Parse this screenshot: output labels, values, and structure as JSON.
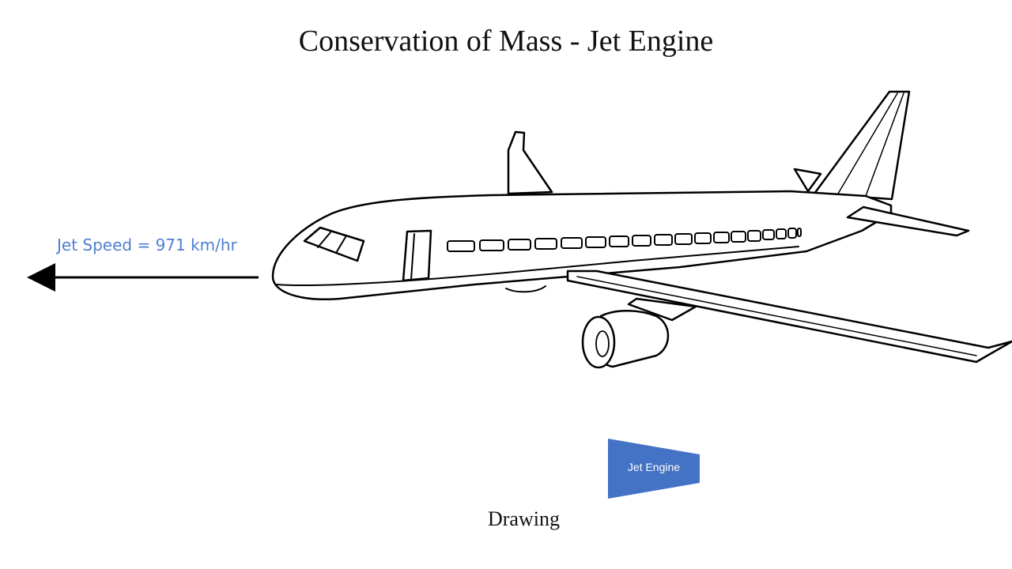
{
  "title": "Conservation of Mass - Jet Engine",
  "jet_speed_label": "Jet Speed = 971 km/hr",
  "engine_label": "Jet Engine",
  "caption": "Drawing",
  "colors": {
    "speed_label": "#4f7fd0",
    "engine_fill": "#4472c4",
    "outline": "#000000"
  }
}
